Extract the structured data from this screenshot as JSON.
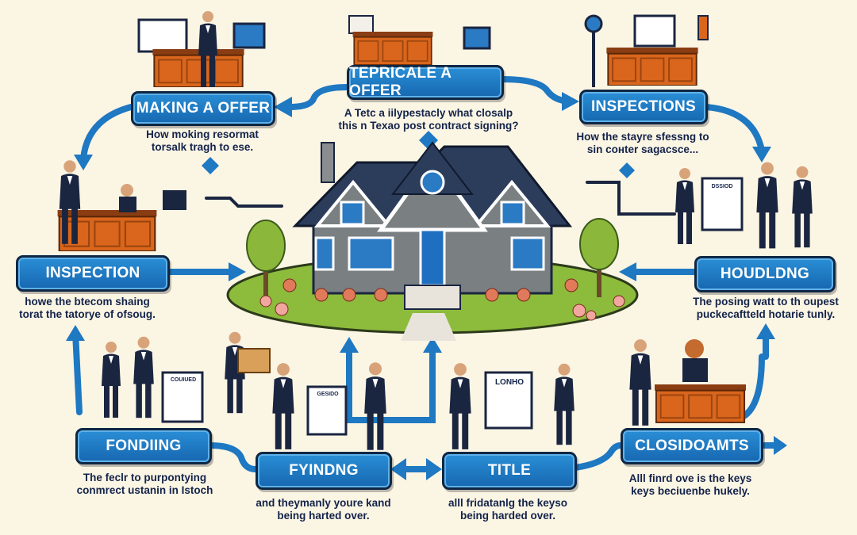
{
  "steps": [
    {
      "id": "making-offer",
      "title": "MAKING A OFFER",
      "caption_1": "How moking resormat",
      "caption_2": "torsalk tragh to ese."
    },
    {
      "id": "teprical-offer",
      "title": "TEPRICALE A OFFER",
      "caption_1": "A Tetc a iilypestacly what closalp",
      "caption_2": "this n Texao  post contract signing?"
    },
    {
      "id": "inspections",
      "title": "INSPECTIONS",
      "caption_1": "How the stayre sfessng to",
      "caption_2": "sin coнter sagacsce..."
    },
    {
      "id": "inspection",
      "title": "INSPECTION",
      "caption_1": "howe the btecom shaing",
      "caption_2": "torat the tatorye of ofsoug."
    },
    {
      "id": "houldng",
      "title": "HOUDLDNG",
      "caption_1": "The posing watt to th oupest",
      "caption_2": "puckecaftteld hotarie tunly."
    },
    {
      "id": "fondiing",
      "title": "FONDIING",
      "caption_1": "The feclr to purpontying",
      "caption_2": "conmrect ustanin in Istoch"
    },
    {
      "id": "fyindng",
      "title": "FYINDNG",
      "caption_1": "and theymanly youre kand",
      "caption_2": "being harted over."
    },
    {
      "id": "title",
      "title": "TITLE",
      "caption_1": "alll fridatanlg the keyso",
      "caption_2": "being harded over."
    },
    {
      "id": "closidoamts",
      "title": "CLOSIDOAMTS",
      "caption_1": "Alll finrd ove is the keys",
      "caption_2": "keys beciuenbe hukely."
    }
  ],
  "signs": {
    "left": "COUIUED",
    "center": "GESIDO",
    "title": "LONHO",
    "right": "DSSIOD"
  },
  "colors": {
    "background": "#fbf5e4",
    "box_blue": "#1d7cc4",
    "box_border": "#0f2744",
    "arrow": "#1e78c2",
    "desk": "#d9661c",
    "house": "#7a7f82",
    "roof": "#2c3d5c",
    "lawn": "#8dbb3c"
  }
}
